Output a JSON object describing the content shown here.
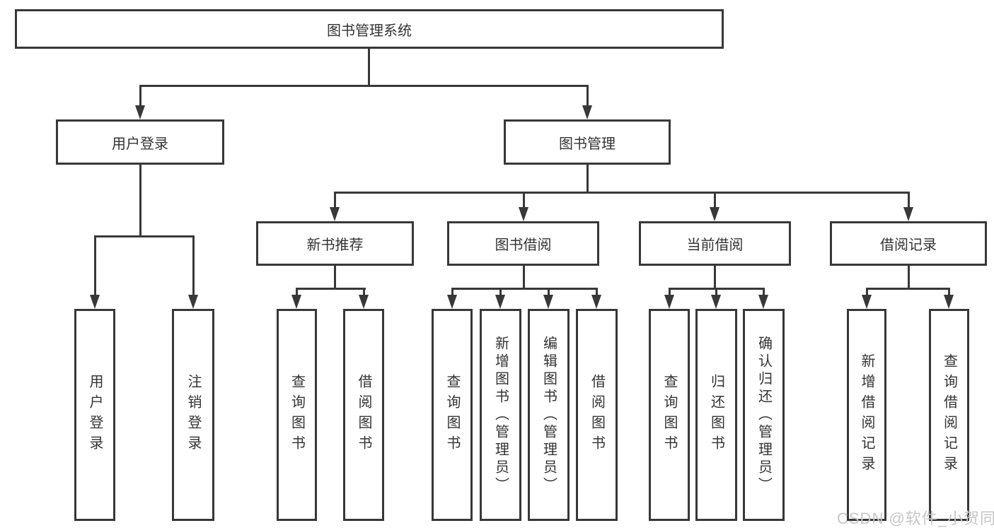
{
  "diagram": {
    "root": {
      "label": "图书管理系统"
    },
    "level2": [
      {
        "label": "用户登录"
      },
      {
        "label": "图书管理"
      }
    ],
    "level3": [
      {
        "label": "新书推荐"
      },
      {
        "label": "图书借阅"
      },
      {
        "label": "当前借阅"
      },
      {
        "label": "借阅记录"
      }
    ],
    "leaves": {
      "login": [
        {
          "label": "用户登录"
        },
        {
          "label": "注销登录"
        }
      ],
      "newbook": [
        {
          "label": "查询图书"
        },
        {
          "label": "借阅图书"
        }
      ],
      "borrow": [
        {
          "label": "查询图书"
        },
        {
          "label": "新增图书（管理员）"
        },
        {
          "label": "编辑图书（管理员）"
        },
        {
          "label": "借阅图书"
        }
      ],
      "current": [
        {
          "label": "查询图书"
        },
        {
          "label": "归还图书"
        },
        {
          "label": "确认归还（管理员）"
        }
      ],
      "records": [
        {
          "label": "新增借阅记录"
        },
        {
          "label": "查询借阅记录"
        }
      ]
    },
    "watermark": "CSDN @软件_小贺同学",
    "colors": {
      "line": "#383838",
      "text": "#333333",
      "background": "#ffffff",
      "watermark": "#c6c6c6"
    }
  }
}
